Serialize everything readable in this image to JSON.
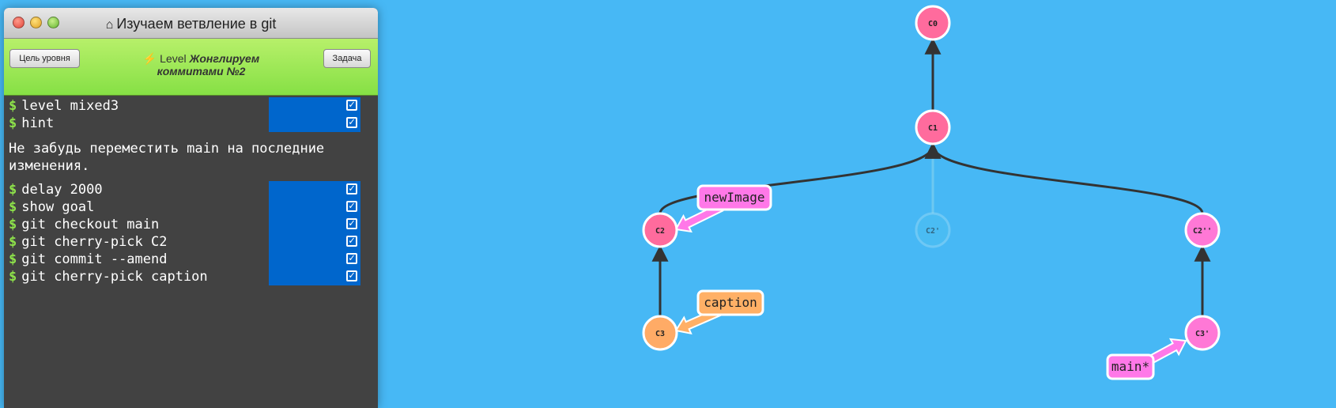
{
  "window": {
    "title": "Изучаем ветвление в git",
    "goal_button": "Цель уровня",
    "task_button": "Задача",
    "level_prefix": "Level",
    "level_name_line1": "Жонглируем",
    "level_name_line2": "коммитами №2"
  },
  "console": {
    "group1": [
      {
        "text": "level mixed3"
      },
      {
        "text": "hint"
      }
    ],
    "hint": "Не забудь переместить main на последние\nизменения.",
    "group2": [
      {
        "text": "delay 2000"
      },
      {
        "text": "show goal"
      },
      {
        "text": "git checkout main"
      },
      {
        "text": "git cherry-pick C2"
      },
      {
        "text": "git commit --amend"
      },
      {
        "text": "git cherry-pick caption"
      }
    ]
  },
  "graph": {
    "commits": [
      {
        "id": "C0",
        "color": "#ff6b9d",
        "faded": false
      },
      {
        "id": "C1",
        "color": "#ff6b9d",
        "faded": false
      },
      {
        "id": "C2",
        "color": "#ff6b9d",
        "faded": false
      },
      {
        "id": "C2'",
        "color": "#4ec1f2",
        "faded": true
      },
      {
        "id": "C2''",
        "color": "#ff78d6",
        "faded": false
      },
      {
        "id": "C3",
        "color": "#ffab66",
        "faded": false
      },
      {
        "id": "C3'",
        "color": "#ff78d6",
        "faded": false
      }
    ],
    "branches": [
      {
        "name": "newImage",
        "color": "#ff78e8",
        "target": "C2"
      },
      {
        "name": "caption",
        "color": "#ffb066",
        "target": "C3"
      },
      {
        "name": "main*",
        "color": "#ff78e8",
        "target": "C3'"
      }
    ]
  }
}
